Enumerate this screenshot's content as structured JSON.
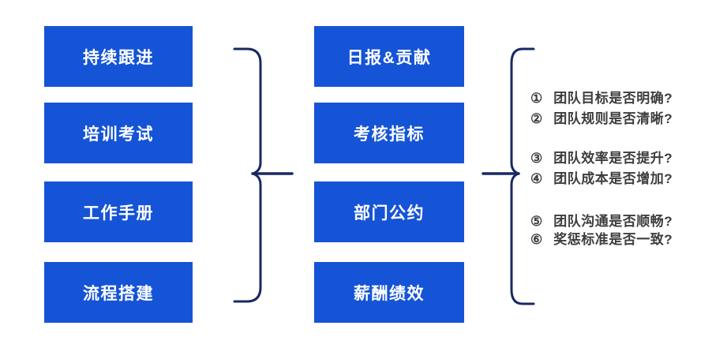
{
  "colors": {
    "box_blue": "#1554d6",
    "brace_navy": "#182863",
    "question_text": "#3d3d3d"
  },
  "left_column": {
    "items": [
      {
        "label": "持续跟进"
      },
      {
        "label": "培训考试"
      },
      {
        "label": "工作手册"
      },
      {
        "label": "流程搭建"
      }
    ]
  },
  "middle_column": {
    "items": [
      {
        "label": "日报&贡献"
      },
      {
        "label": "考核指标"
      },
      {
        "label": "部门公约"
      },
      {
        "label": "薪酬绩效"
      }
    ]
  },
  "questions": {
    "items": [
      {
        "num": "①",
        "text": "团队目标是否明确?"
      },
      {
        "num": "②",
        "text": "团队规则是否清晰?"
      },
      {
        "num": "③",
        "text": "团队效率是否提升?"
      },
      {
        "num": "④",
        "text": "团队成本是否增加?"
      },
      {
        "num": "⑤",
        "text": "团队沟通是否顺畅?"
      },
      {
        "num": "⑥",
        "text": "奖惩标准是否一致?"
      }
    ]
  },
  "shapes": {
    "left_group_brace": "right-curly-brace",
    "right_group_brace": "left-curly-brace"
  }
}
